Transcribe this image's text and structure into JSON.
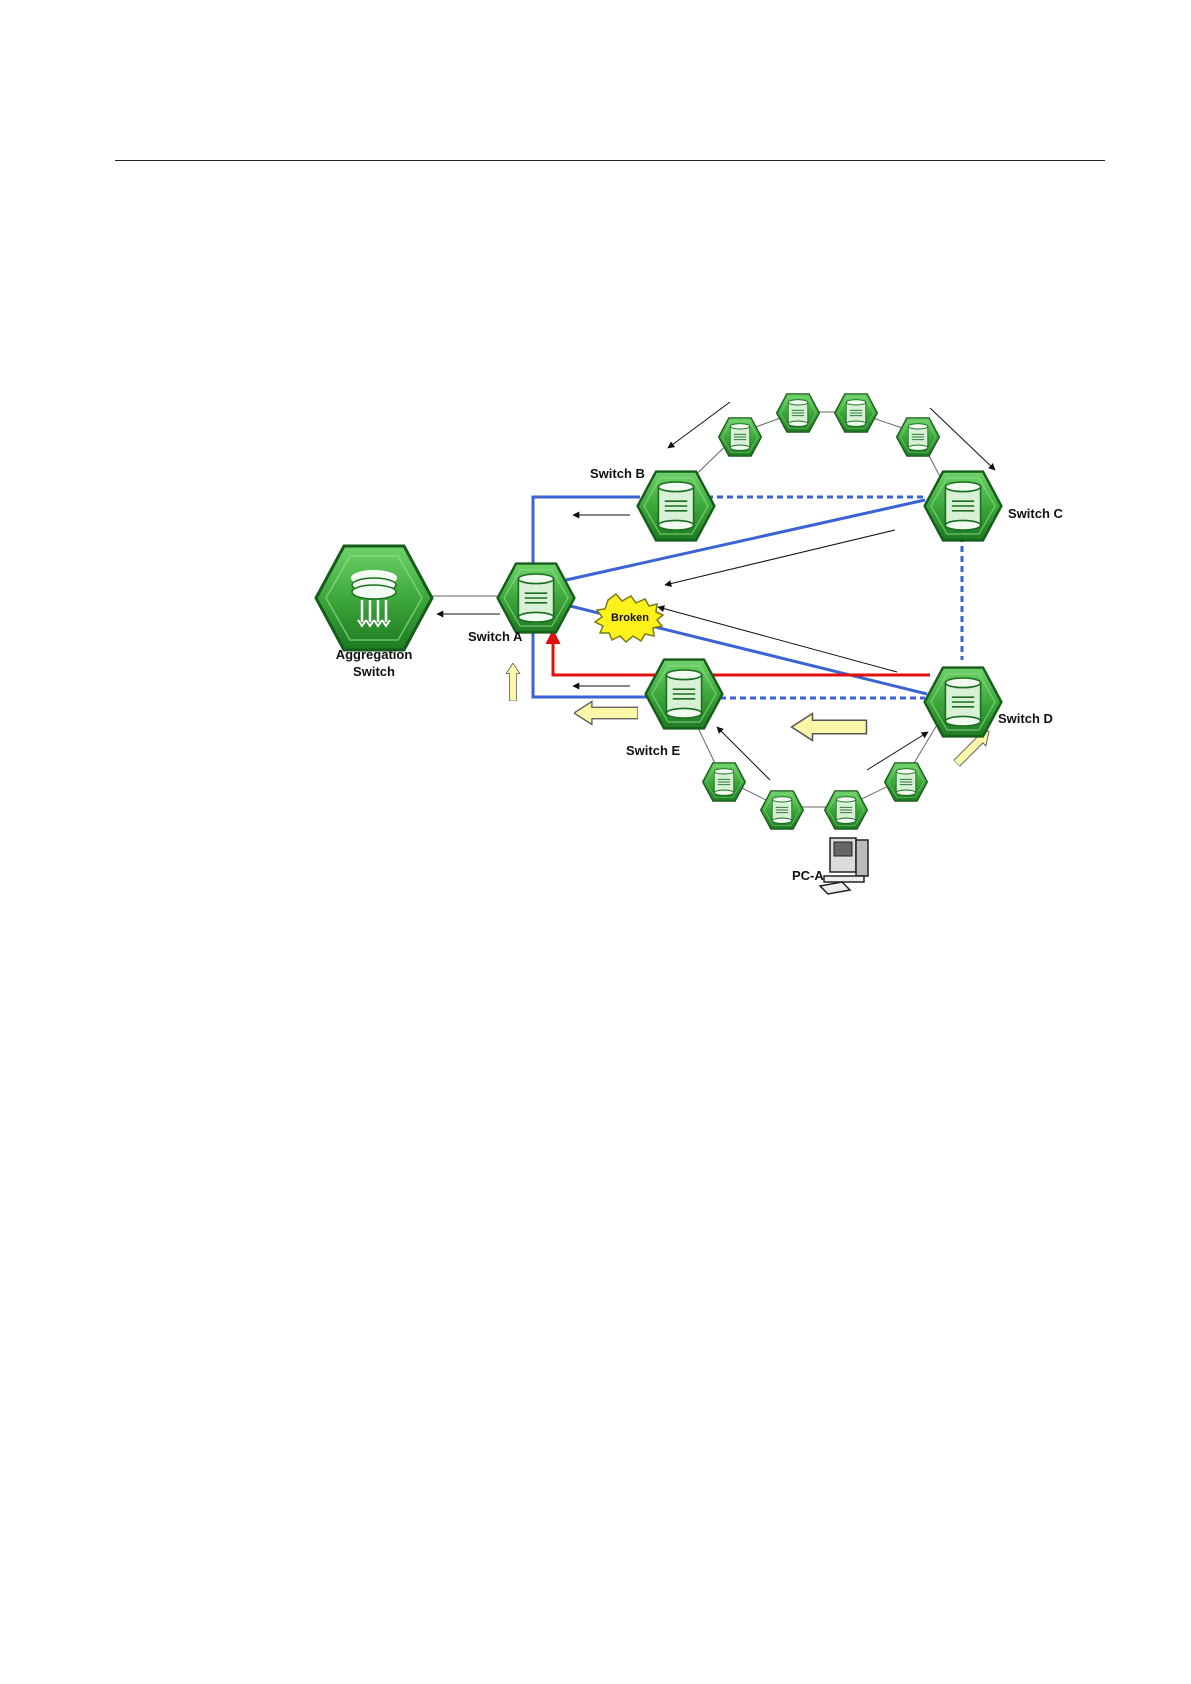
{
  "labels": {
    "switch_b": "Switch B",
    "switch_c": "Switch C",
    "switch_a": "Switch A",
    "switch_d": "Switch D",
    "switch_e": "Switch E",
    "aggregation_line1": "Aggregation",
    "aggregation_line2": "Switch",
    "broken": "Broken",
    "pc_a": "PC-A"
  },
  "colors": {
    "node_fill": "#3da83b",
    "node_dark": "#1e7a22",
    "ring_link": "#3a63d6",
    "failover_path": "#e01010",
    "broken_badge": "#fff21a",
    "flow_arrow": "#fbf6a8"
  },
  "icons": [
    "switch-hexagon-icon",
    "aggregation-switch-icon",
    "computer-icon",
    "broken-starburst-icon"
  ]
}
